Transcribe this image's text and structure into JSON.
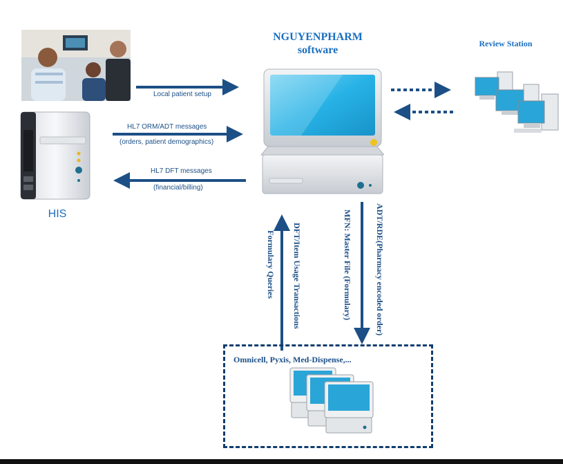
{
  "title": {
    "line1": "NGUYENPHARM",
    "line2": "software"
  },
  "review_station": {
    "label": "Review Station"
  },
  "his": {
    "label": "HIS"
  },
  "arrows": {
    "local_setup": "Local patient setup",
    "hl7_orm_adt": "HL7 ORM/ADT messages",
    "orm_adt_detail": "(orders, patient demographics)",
    "hl7_dft": "HL7 DFT messages",
    "dft_detail": "(financial/billing)",
    "formulary_queries": "Formulary Queries",
    "dft_item_usage": "DFT/Item Usage Transactions",
    "mfn_master_file": "MFN: Master File (Formulary)",
    "adt_rde": "ADT/RDE(Pharmacy encoded order)"
  },
  "dispense": {
    "label": "Omnicell, Pyxis, Med-Dispense,..."
  },
  "colors": {
    "primary_blue": "#1a6fc0",
    "arrow_blue": "#1c4f86",
    "dash_border": "#0f3d6e"
  }
}
